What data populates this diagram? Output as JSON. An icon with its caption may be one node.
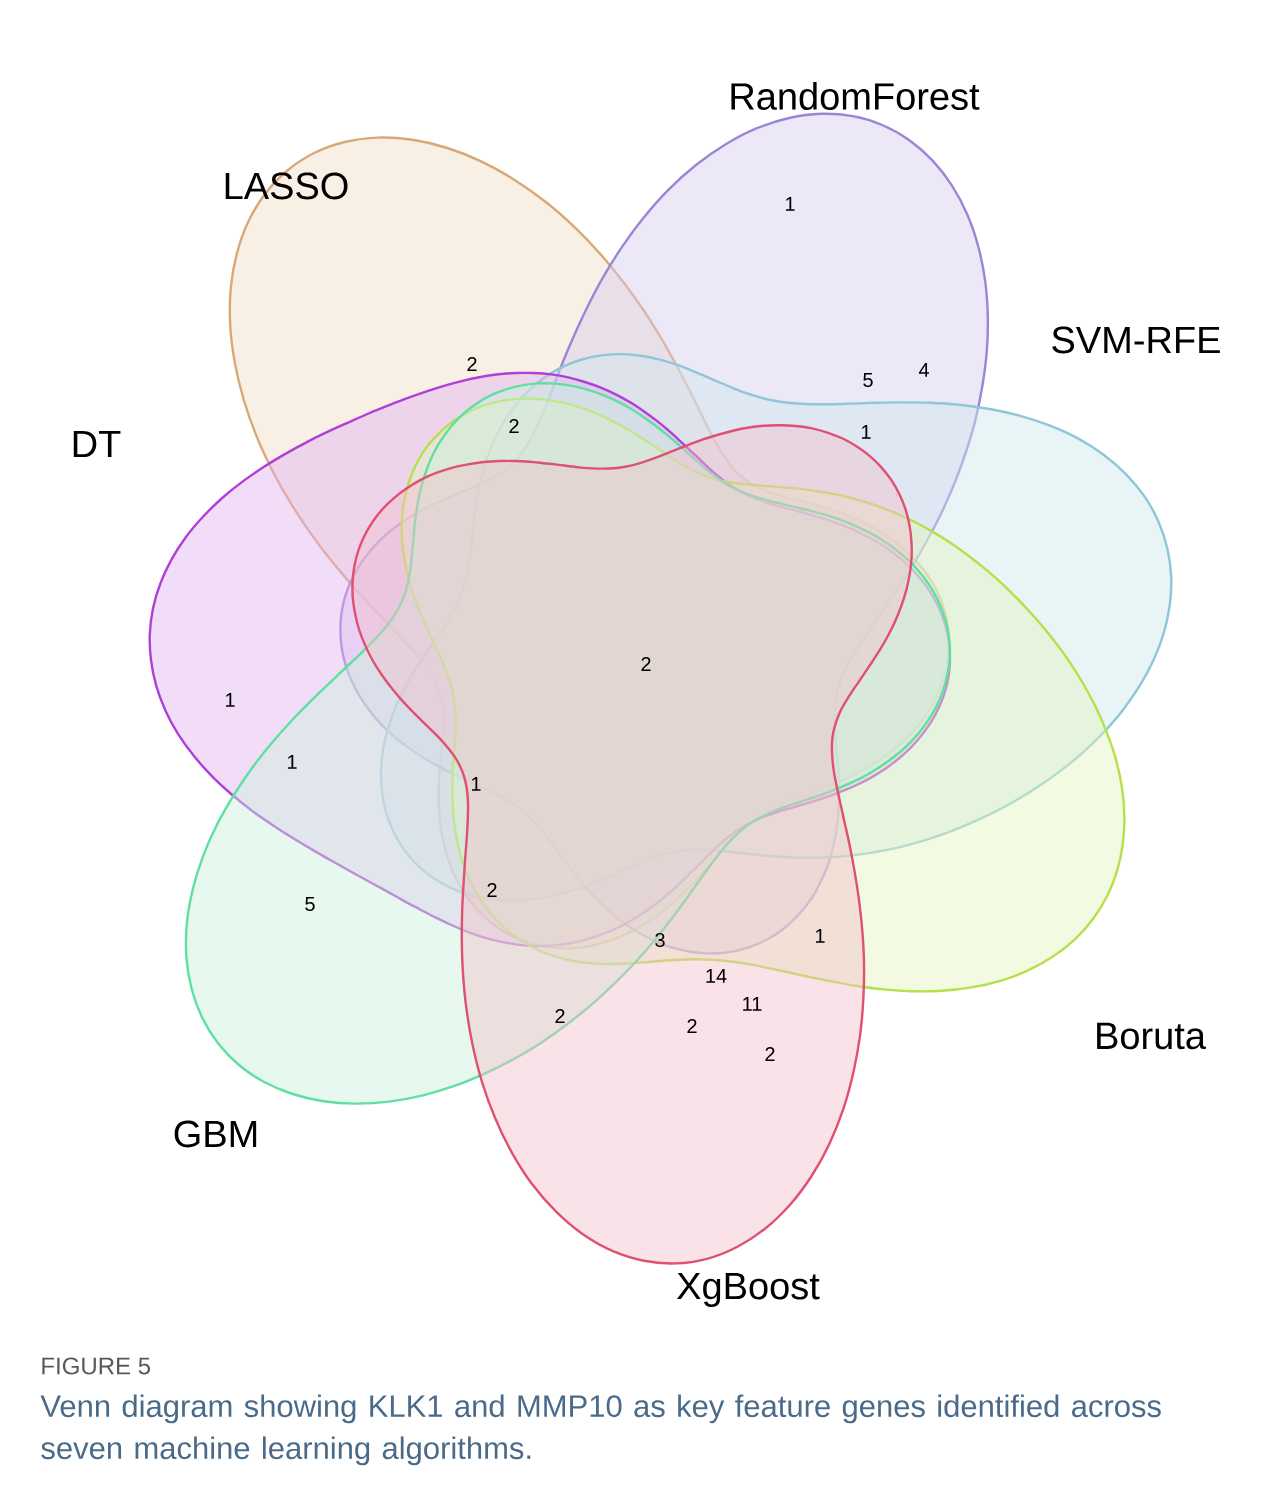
{
  "diagram": {
    "caption": "Venn diagram showing KLK1 and MMP10 as key feature genes identified across seven machine learning algorithms.",
    "nodes": [
      {
        "text": [
          "LASSO"
        ]
      },
      {
        "text": [
          "RandomForest"
        ]
      },
      {
        "text": [
          "SVM-RFE"
        ]
      },
      {
        "text": [
          "DT"
        ]
      },
      {
        "text": [
          "Boruta"
        ]
      },
      {
        "text": [
          "GBM"
        ]
      },
      {
        "text": [
          "XgBoost"
        ]
      }
    ],
    "labels": [
      "1",
      "4",
      "5",
      "2",
      "2",
      "1",
      "2",
      "1",
      "1",
      "1",
      "2",
      "5",
      "1",
      "3",
      "14",
      "11",
      "2",
      "2",
      "2",
      "FIGURE 5"
    ]
  }
}
